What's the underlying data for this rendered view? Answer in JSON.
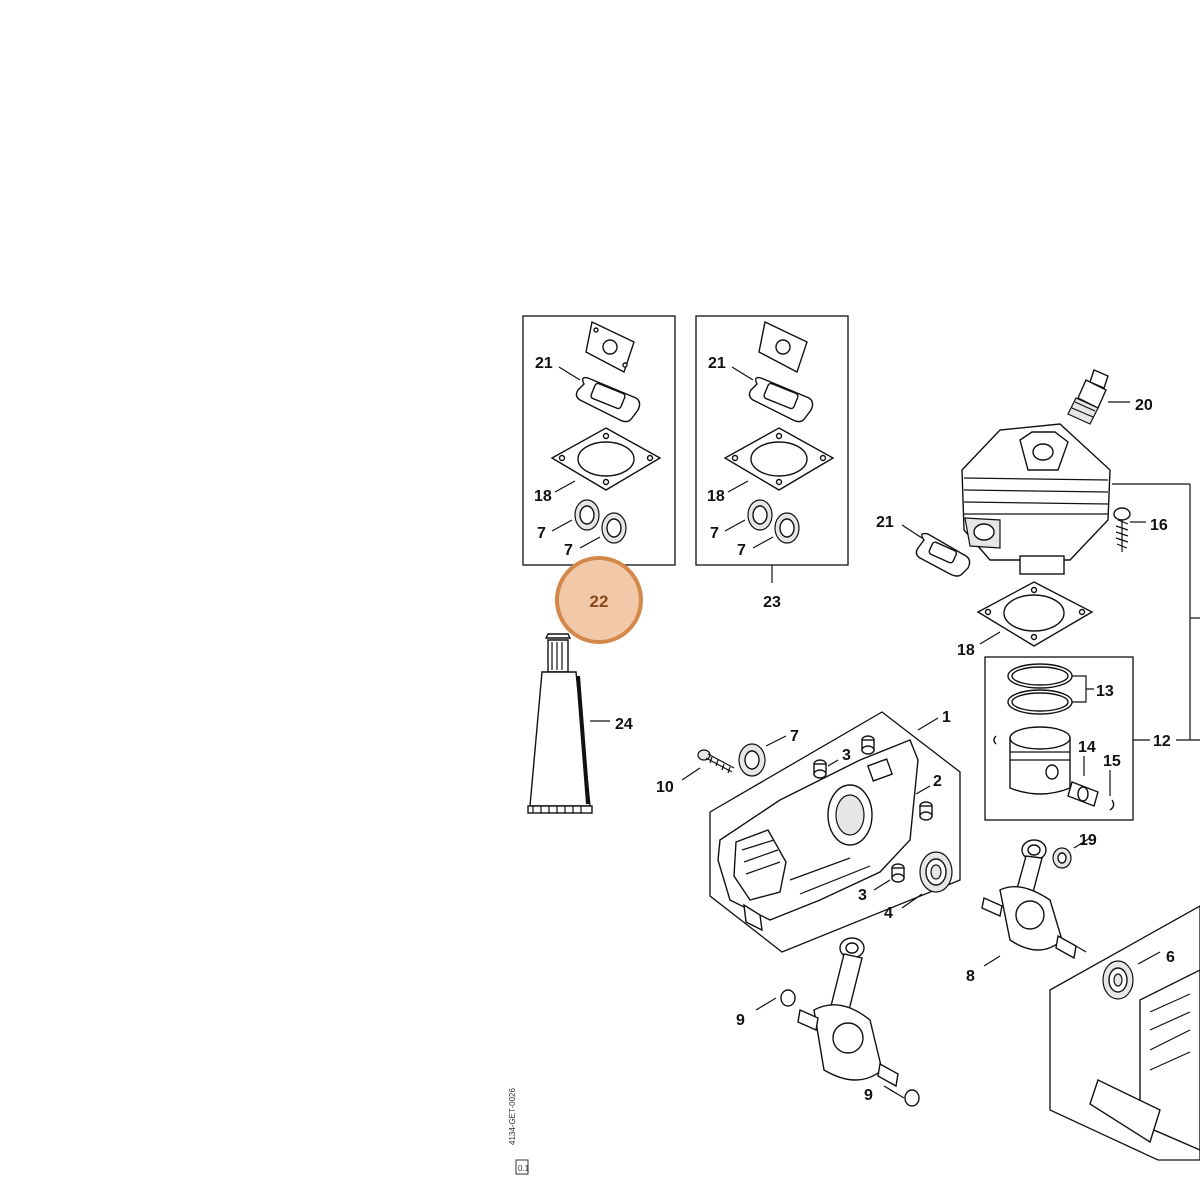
{
  "highlight": {
    "part": "22",
    "color": "#f2c9a8",
    "ring_color": "#d4884a"
  },
  "labels": {
    "kit22_21": "21",
    "kit22_18": "18",
    "kit22_7a": "7",
    "kit22_7b": "7",
    "kit22_ref": "22",
    "kit23_21": "21",
    "kit23_18": "18",
    "kit23_7a": "7",
    "kit23_7b": "7",
    "kit23_ref": "23",
    "p24": "24",
    "p20": "20",
    "p16": "16",
    "p21": "21",
    "p18": "18",
    "p13": "13",
    "p14": "14",
    "p15": "15",
    "p12": "12",
    "p1": "1",
    "p2": "2",
    "p3a": "3",
    "p3b": "3",
    "p4": "4",
    "p7": "7",
    "p10": "10",
    "p19": "19",
    "p8": "8",
    "p6": "6",
    "p9a": "9",
    "p9b": "9"
  },
  "footer": {
    "code": "4134-GET-0026",
    "tag": "0.1"
  }
}
